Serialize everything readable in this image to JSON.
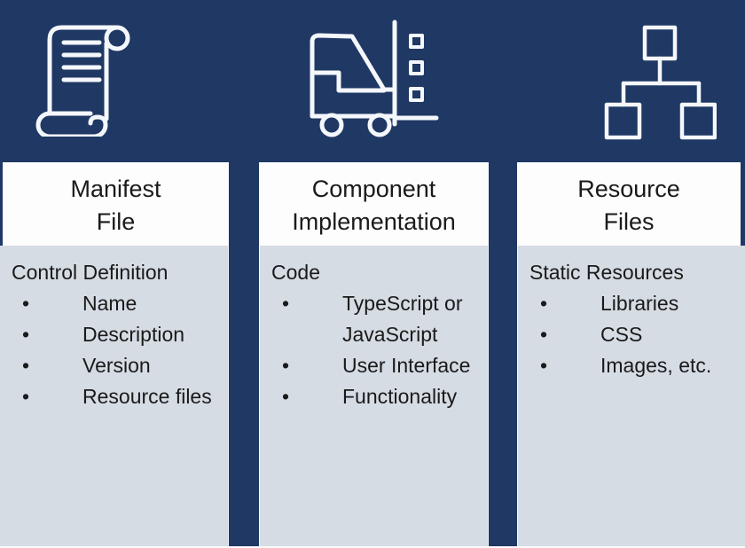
{
  "slide": {
    "colors": {
      "navy": "#1f3864",
      "header_bg": "#fdfdfe",
      "body_bg": "#d6dce4",
      "text": "#1a1a1a",
      "icon_stroke": "#f4f7fb",
      "bottom_strip": "#fbfbfb",
      "hairline": "#f6f8fa"
    }
  },
  "columns": [
    {
      "id": "manifest-file",
      "icon": "scroll-icon",
      "title_lines": [
        "Manifest",
        "File"
      ],
      "heading": "Control Definition",
      "bullets": [
        "Name",
        "Description",
        "Version",
        "Resource files"
      ]
    },
    {
      "id": "component-implementation",
      "icon": "forklift-icon",
      "title_lines": [
        "Component",
        "Implementation"
      ],
      "heading": "Code",
      "bullets": [
        "TypeScript or JavaScript",
        "User Interface",
        "Functionality"
      ]
    },
    {
      "id": "resource-files",
      "icon": "hierarchy-icon",
      "title_lines": [
        "Resource",
        "Files"
      ],
      "heading": "Static Resources",
      "bullets": [
        "Libraries",
        "CSS",
        "Images, etc."
      ]
    }
  ]
}
